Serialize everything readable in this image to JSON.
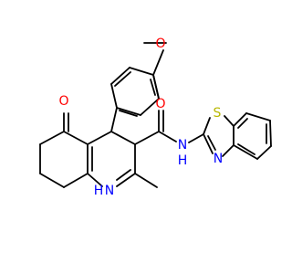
{
  "colors": {
    "background": "#ffffff",
    "bond": "#000000",
    "oxygen": "#ff0000",
    "nitrogen": "#0000ff",
    "sulfur": "#b8b800",
    "carbon_label": "#000000"
  },
  "atom_labels": {
    "o_methoxy": "O",
    "o_amide": "O",
    "o_ketone": "O",
    "n_amide_h": "N",
    "h_amide": "H",
    "n_ring": "N",
    "h_ring": "H",
    "n_thiazole": "N",
    "s_thiazole": "S"
  }
}
